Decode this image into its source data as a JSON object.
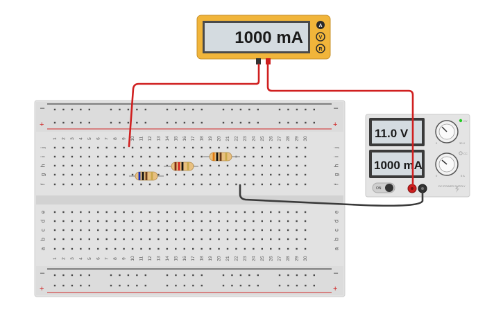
{
  "multimeter": {
    "reading": "1000 mA",
    "modes": [
      "A",
      "V",
      "R"
    ],
    "body_color": "#f1b53a",
    "display_color": "#d4dbe0"
  },
  "power_supply": {
    "voltage_display": "11.0 V",
    "current_display": "1000 mA",
    "on_label": "ON",
    "brand_text": "DC POWER SUPPLY",
    "voltage_knob_label": "30 V",
    "current_knob_label": "5 A",
    "cv_label": "CV",
    "cc_label": "CC",
    "knob_min_label": "0"
  },
  "breadboard": {
    "columns": [
      "1",
      "2",
      "3",
      "4",
      "5",
      "6",
      "7",
      "8",
      "9",
      "10",
      "11",
      "12",
      "13",
      "14",
      "15",
      "16",
      "17",
      "18",
      "19",
      "20",
      "21",
      "22",
      "23",
      "24",
      "25",
      "26",
      "27",
      "28",
      "29",
      "30"
    ],
    "top_rows": [
      "j",
      "i",
      "h",
      "g",
      "f"
    ],
    "bottom_rows": [
      "e",
      "d",
      "c",
      "b",
      "a"
    ],
    "rail_minus": "–",
    "rail_plus": "+"
  },
  "resistors": [
    {
      "name": "resistor-blue",
      "bands": [
        "#1b2fb8",
        "#111111",
        "#6a3a1a",
        "#c8a84a"
      ]
    },
    {
      "name": "resistor-red",
      "bands": [
        "#7a2a10",
        "#d42020",
        "#111111",
        "#c8a84a"
      ]
    },
    {
      "name": "resistor-orange",
      "bands": [
        "#e07a10",
        "#111111",
        "#6a3a1a",
        "#c8a84a"
      ]
    }
  ],
  "colors": {
    "wire_red": "#d02020",
    "wire_black": "#3a3a3a",
    "rail_red": "#d02828",
    "rail_blue": "#222222",
    "led_green": "#22cc22"
  }
}
